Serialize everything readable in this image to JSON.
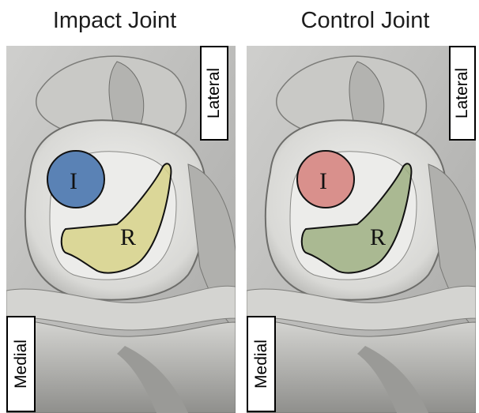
{
  "panels": [
    {
      "title": "Impact Joint",
      "lateral_label": "Lateral",
      "medial_label": "Medial",
      "impact_region": {
        "letter": "I",
        "color": "#5a82b5"
      },
      "remote_region": {
        "letter": "R",
        "color": "#d8d48a"
      }
    },
    {
      "title": "Control Joint",
      "lateral_label": "Lateral",
      "medial_label": "Medial",
      "impact_region": {
        "letter": "I",
        "color": "#d9908c"
      },
      "remote_region": {
        "letter": "R",
        "color": "#9fb083"
      }
    }
  ]
}
